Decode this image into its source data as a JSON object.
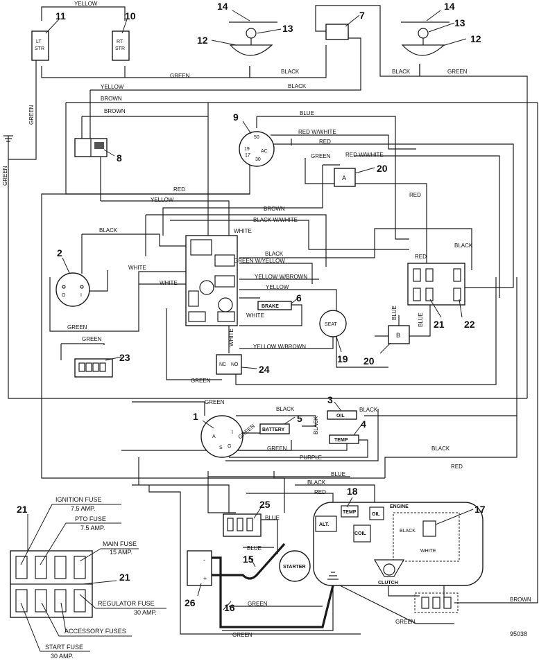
{
  "wire_labels": {
    "yellow": "YELLOW",
    "green": "GREEN",
    "black": "BLACK",
    "brown": "BROWN",
    "blue": "BLUE",
    "red": "RED",
    "white": "WHITE",
    "purple": "PURPLE",
    "red_white": "RED W/WHITE",
    "black_white": "BLACK W/WHITE",
    "green_yellow": "GREEN W/YELLOW",
    "yellow_brown": "YELLOW W/BROWN"
  },
  "callouts": [
    "1",
    "2",
    "3",
    "4",
    "5",
    "6",
    "7",
    "8",
    "9",
    "10",
    "11",
    "12",
    "13",
    "14",
    "15",
    "16",
    "17",
    "18",
    "19",
    "20",
    "21",
    "22",
    "23",
    "24",
    "25",
    "26"
  ],
  "component_text": {
    "lt_str_1": "LT",
    "lt_str_2": "STR",
    "rt_str_1": "RT",
    "rt_str_2": "STR",
    "ign_50": "50",
    "ign_19": "19",
    "ign_ac": "AC",
    "ign_30": "30",
    "ign_17": "17",
    "relay_a": "A",
    "relay_b": "B",
    "sw2_g": "G",
    "sw2_i": "I",
    "brake": "BRAKE",
    "seat": "SEAT",
    "nc": "NC",
    "no": "NO",
    "key_a": "A",
    "key_i": "I",
    "key_g": "G",
    "key_s": "S",
    "battery_label": "BATTERY",
    "oil_gauge": "OIL",
    "temp_gauge": "TEMP",
    "engine": "ENGINE",
    "alt": "ALT.",
    "temp": "TEMP",
    "oil": "OIL",
    "coil": "COIL",
    "starter": "STARTER",
    "clutch": "CLUTCH",
    "black": "BLACK",
    "white": "WHITE",
    "bat_minus": "-",
    "bat_plus": "+"
  },
  "fuse_legend": {
    "ignition_fuse": "IGNITION FUSE",
    "ignition_amp": "7.5 AMP.",
    "pto_fuse": "PTO FUSE",
    "pto_amp": "7.5 AMP.",
    "main_fuse": "MAIN FUSE",
    "main_amp": "15 AMP.",
    "regulator_fuse": "REGULATOR FUSE",
    "regulator_amp": "30 AMP.",
    "accessory_fuses": "ACCESSORY FUSES",
    "start_fuse": "START FUSE",
    "start_amp": "30 AMP."
  },
  "drawing_number": "95038"
}
